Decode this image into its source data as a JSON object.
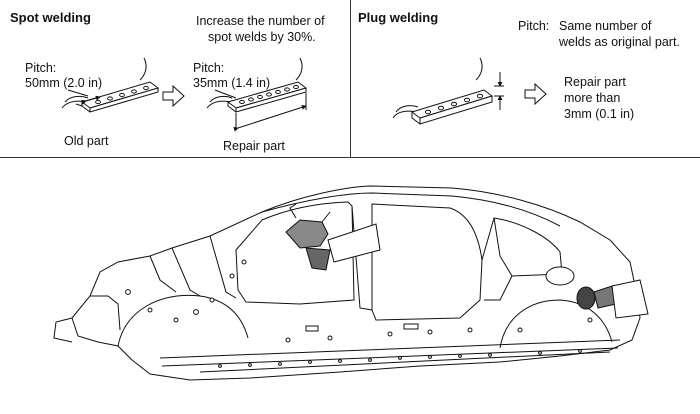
{
  "spot": {
    "title": "Spot welding",
    "instruction_line1": "Increase the number of",
    "instruction_line2": "spot welds by 30%.",
    "old_pitch_label": "Pitch:",
    "old_pitch_value": "50mm (2.0 in)",
    "new_pitch_label": "Pitch:",
    "new_pitch_value": "35mm (1.4 in)",
    "old_caption": "Old part",
    "new_caption": "Repair part"
  },
  "plug": {
    "title": "Plug welding",
    "pitch_label": "Pitch:",
    "pitch_line1": "Same number of",
    "pitch_line2": "welds as original part.",
    "repair_line1": "Repair part",
    "repair_line2": "more than",
    "repair_line3": "3mm (0.1 in)"
  }
}
